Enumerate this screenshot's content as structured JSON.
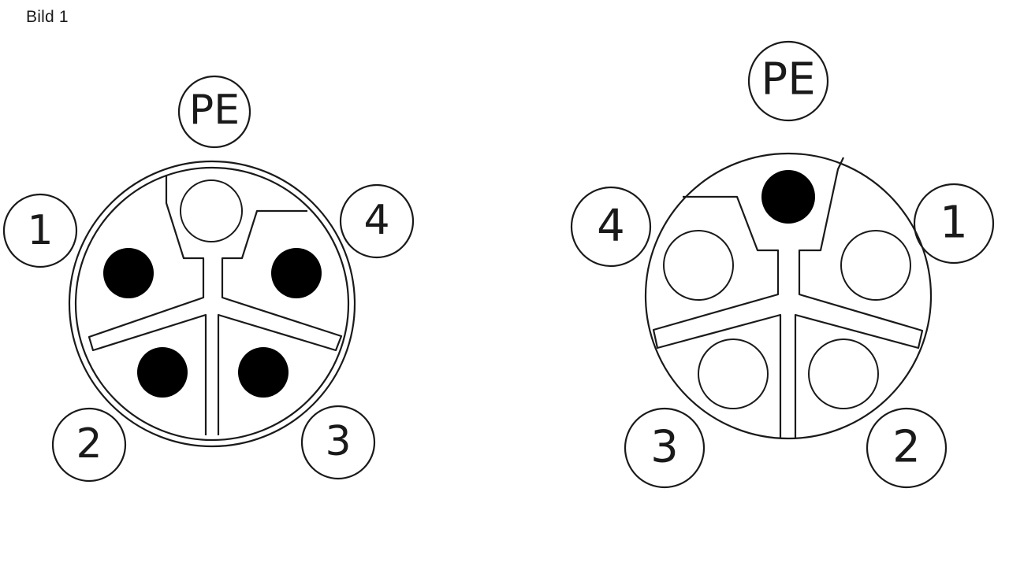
{
  "caption": "Bild 1",
  "colors": {
    "stroke": "#1a1a1a",
    "pin_filled": "#000000",
    "pin_empty": "#ffffff",
    "background": "#ffffff"
  },
  "connectors": [
    {
      "labels": {
        "pe": "PE",
        "p1": "1",
        "p2": "2",
        "p3": "3",
        "p4": "4"
      },
      "pins": {
        "pe": "empty",
        "p1": "filled",
        "p2": "filled",
        "p3": "filled",
        "p4": "filled"
      }
    },
    {
      "labels": {
        "pe": "PE",
        "p1": "1",
        "p2": "2",
        "p3": "3",
        "p4": "4"
      },
      "pins": {
        "pe": "filled",
        "p1": "empty",
        "p2": "empty",
        "p3": "empty",
        "p4": "empty"
      }
    }
  ]
}
